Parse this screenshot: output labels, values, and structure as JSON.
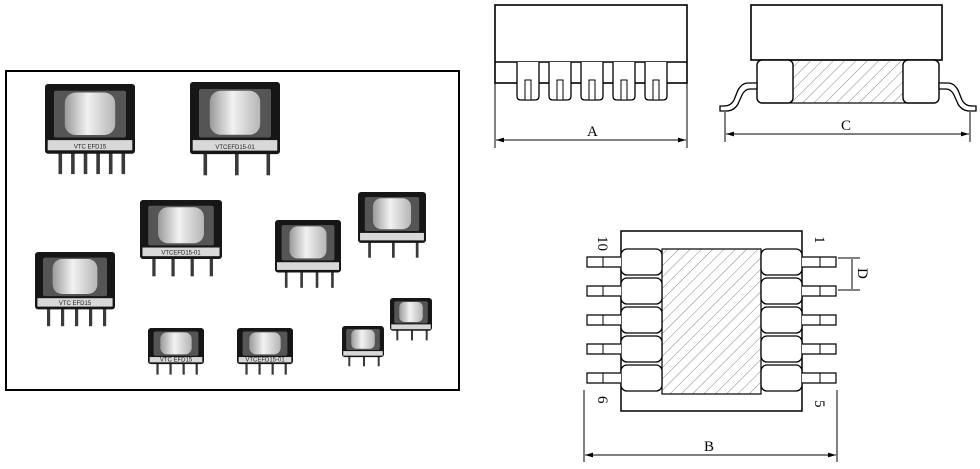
{
  "photo": {
    "part_markings": [
      "VTC EFD15",
      "VTCEFD15-01"
    ]
  },
  "front_view": {
    "dimension_label": "A"
  },
  "side_view": {
    "dimension_label": "C"
  },
  "top_view": {
    "width_label": "B",
    "pitch_label": "D",
    "pin_labels": {
      "top_left": "10",
      "top_right": "1",
      "bottom_left": "6",
      "bottom_right": "5"
    }
  }
}
